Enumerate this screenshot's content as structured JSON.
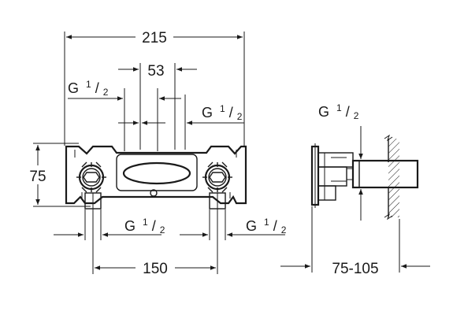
{
  "dimensions": {
    "total_width": "215",
    "center_gap": "53",
    "height": "75",
    "outlet_spacing": "150",
    "depth_range": "75-105"
  },
  "thread": {
    "prefix": "G",
    "numerator": "1",
    "slash": "/",
    "denominator": "2"
  }
}
